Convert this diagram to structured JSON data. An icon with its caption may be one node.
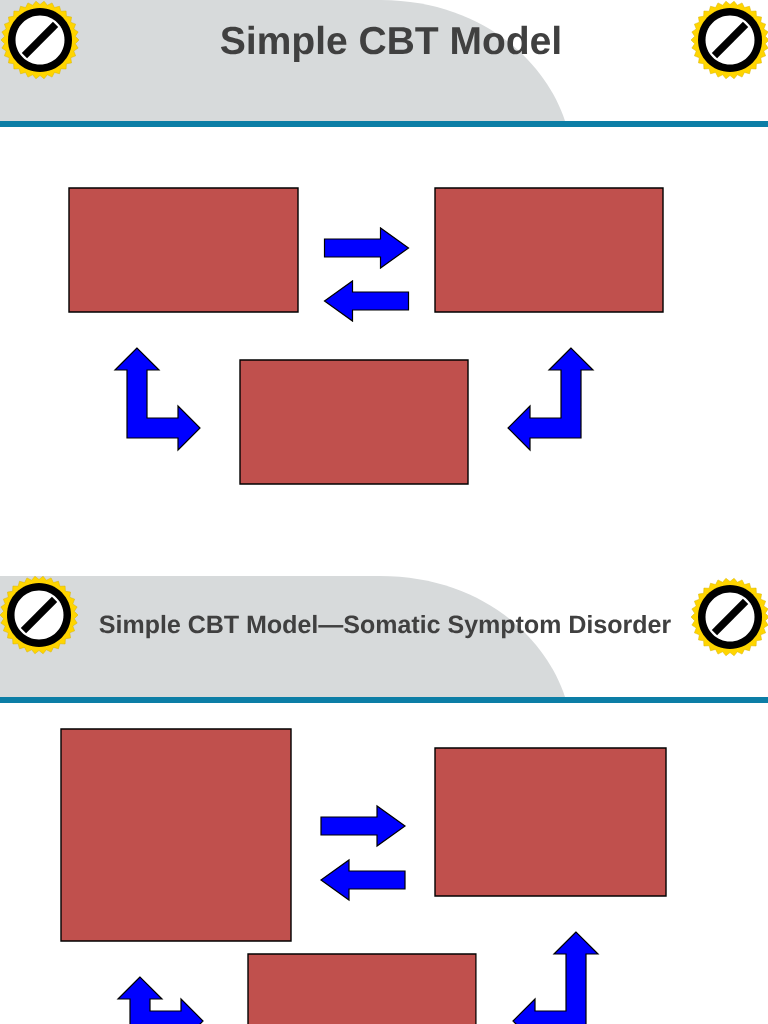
{
  "diagram": {
    "title": "Simple CBT Model",
    "nodes": [
      {
        "text": [],
        "shape": "box"
      },
      {
        "text": [],
        "shape": "box"
      },
      {
        "text": [],
        "shape": "box"
      },
      {
        "text": [],
        "shape": "box"
      },
      {
        "text": [],
        "shape": "box"
      },
      {
        "text": [],
        "shape": "box"
      }
    ],
    "edges": [
      {
        "from": 0,
        "to": 1,
        "arrow": "to"
      },
      {
        "from": 1,
        "to": 0,
        "arrow": "to"
      },
      {
        "from": 0,
        "to": 2,
        "arrow": "both"
      },
      {
        "from": 1,
        "to": 2,
        "arrow": "both"
      },
      {
        "from": 3,
        "to": 4,
        "arrow": "to"
      },
      {
        "from": 4,
        "to": 3,
        "arrow": "to"
      },
      {
        "from": 3,
        "to": 5,
        "arrow": "both"
      },
      {
        "from": 4,
        "to": 5,
        "arrow": "both"
      }
    ],
    "labels": [
      "Simple CBT Model—Somatic Symptom Disorder"
    ]
  }
}
